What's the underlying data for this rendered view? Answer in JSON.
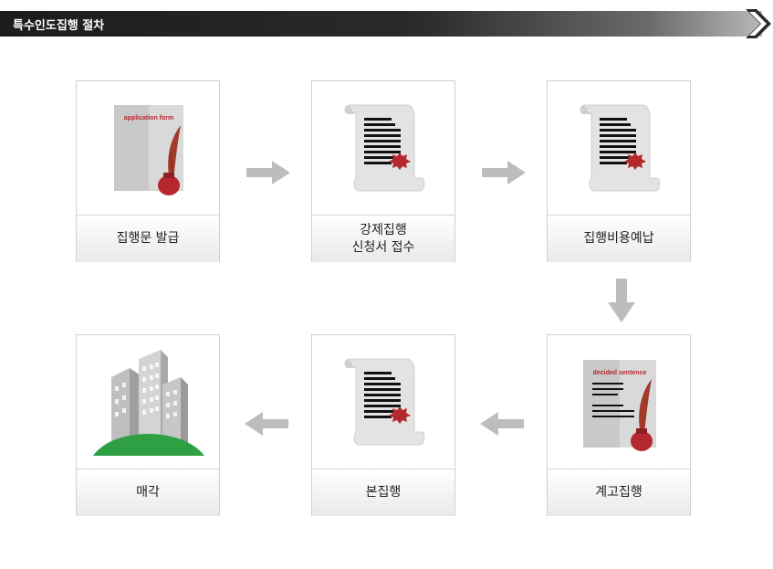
{
  "header": {
    "title": "특수인도집행 절차"
  },
  "steps": [
    {
      "label": "집행문  발급",
      "icon": "application-form-quill-icon",
      "icon_text": "application form"
    },
    {
      "label": "강제집행\n신청서  접수",
      "icon": "sealed-scroll-icon"
    },
    {
      "label": "집행비용예납",
      "icon": "sealed-scroll-icon"
    },
    {
      "label": "계고집행",
      "icon": "decided-sentence-quill-icon",
      "icon_text": "decided sentence"
    },
    {
      "label": "본집행",
      "icon": "sealed-scroll-icon"
    },
    {
      "label": "매각",
      "icon": "buildings-icon"
    }
  ],
  "colors": {
    "accent": "#b5282d",
    "arrow": "#bdbdbd",
    "grass": "#2ea043"
  }
}
